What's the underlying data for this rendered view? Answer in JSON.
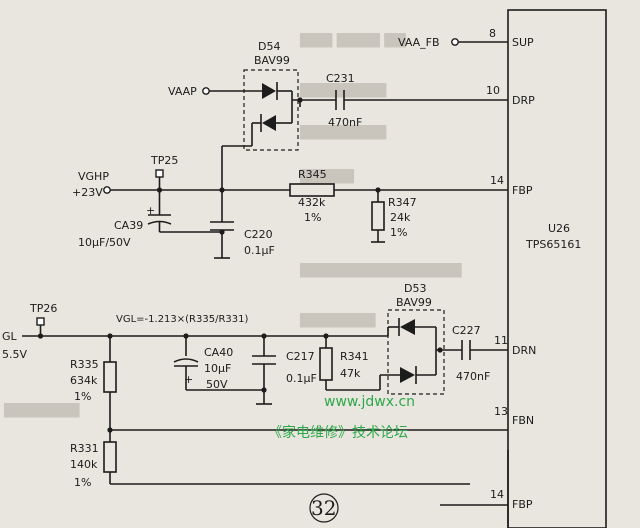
{
  "ic": {
    "ref": "U26",
    "part": "TPS65161"
  },
  "pins": {
    "sup": {
      "num": "8",
      "name": "SUP"
    },
    "drp": {
      "num": "10",
      "name": "DRP"
    },
    "fbp": {
      "num": "14",
      "name": "FBP"
    },
    "drn": {
      "num": "11",
      "name": "DRN"
    },
    "fbn": {
      "num": "13",
      "name": "FBN"
    },
    "fbp2": {
      "num": "14",
      "name": "FBP"
    }
  },
  "nets": {
    "vaa_fb": "VAA_FB",
    "vaap": "VAAP",
    "vghp": "VGHP",
    "vghp_v": "+23V",
    "vgl": "GL",
    "vgl_v": "5.5V"
  },
  "testpoints": {
    "tp25": "TP25",
    "tp26": "TP26"
  },
  "components": {
    "d54": {
      "ref": "D54",
      "part": "BAV99"
    },
    "d53": {
      "ref": "D53",
      "part": "BAV99"
    },
    "c231": {
      "ref": "C231",
      "value": "470nF"
    },
    "c227": {
      "ref": "C227",
      "value": "470nF"
    },
    "r345": {
      "ref": "R345",
      "value": "432k",
      "tol": "1%"
    },
    "r347": {
      "ref": "R347",
      "value": "24k",
      "tol": "1%"
    },
    "ca39": {
      "ref": "CA39",
      "value": "10μF/50V"
    },
    "c220": {
      "ref": "C220",
      "value": "0.1μF"
    },
    "ca40": {
      "ref": "CA40",
      "value": "10μF",
      "voltage": "50V"
    },
    "c217": {
      "ref": "C217",
      "value": "0.1μF"
    },
    "r341": {
      "ref": "R341",
      "value": "47k"
    },
    "r335": {
      "ref": "R335",
      "value": "634k",
      "tol": "1%"
    },
    "r331": {
      "ref": "R331",
      "value": "140k",
      "tol": "1%"
    }
  },
  "formula": "VGL=-1.213×(R335/R331)",
  "watermark": {
    "url": "www.jdwx.cn",
    "forum": "《家电维修》技术论坛"
  },
  "page_number": "32"
}
